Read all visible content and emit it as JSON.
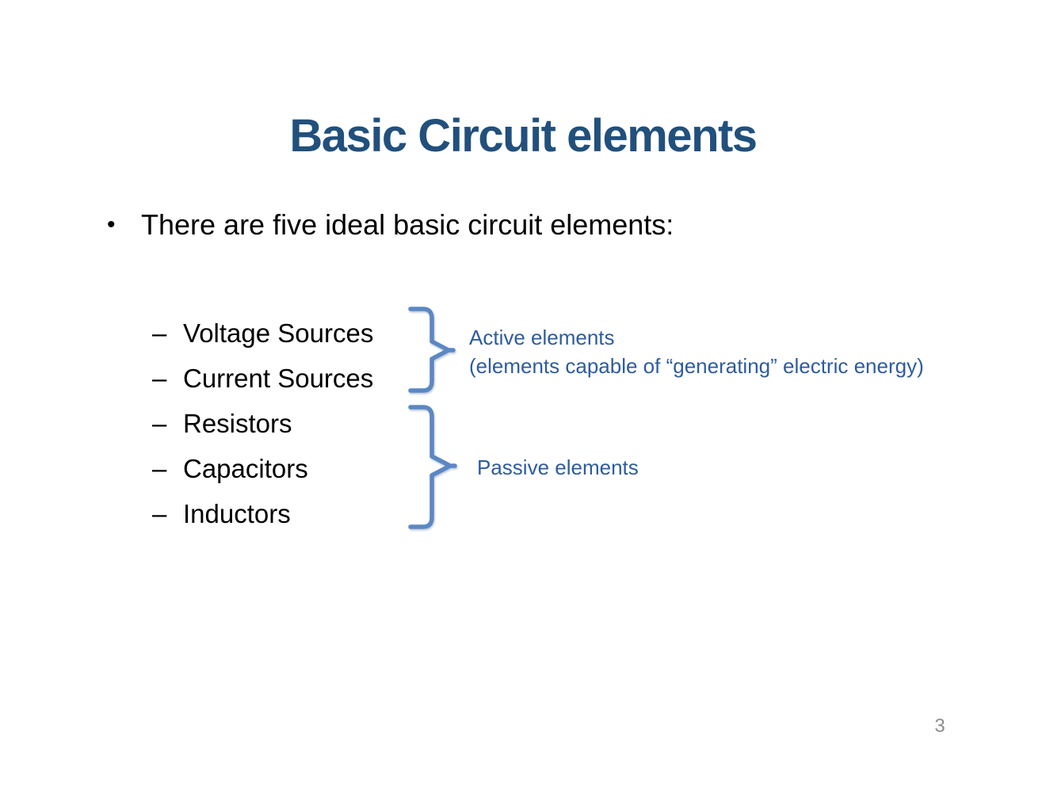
{
  "slide": {
    "title": "Basic Circuit elements",
    "bullet_glyph": "•",
    "bullet": "There are five ideal basic circuit elements:",
    "list": {
      "marker": "–",
      "items": [
        "Voltage Sources",
        "Current Sources",
        "Resistors",
        "Capacitors",
        "Inductors"
      ]
    },
    "annotations": {
      "active": {
        "line1": "Active elements",
        "line2": "(elements capable of “generating” electric energy)"
      },
      "passive": {
        "label": "Passive elements"
      }
    },
    "page_number": "3",
    "colors": {
      "background": "#FFFFFF",
      "title": "#21507C",
      "body": "#000000",
      "annotation": "#2E5C9E",
      "brace": "#5B88C4",
      "page_number": "#8C8C8C"
    }
  }
}
